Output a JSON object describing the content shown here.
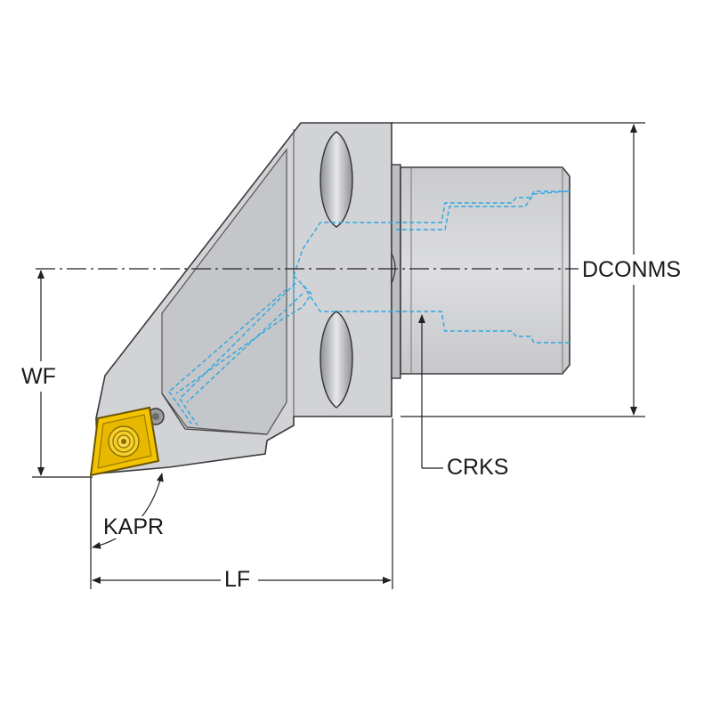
{
  "diagram": {
    "labels": {
      "dconms": "DCONMS",
      "wf": "WF",
      "crks": "CRKS",
      "kapr": "KAPR",
      "lf": "LF"
    },
    "colors": {
      "body": "#d4d5d7",
      "body_dark": "#bfc0c3",
      "outline": "#3a3a3a",
      "coolant": "#2aa7e0",
      "insert": "#f2c300",
      "insert_dark": "#b08a00",
      "dimension": "#222222"
    }
  }
}
